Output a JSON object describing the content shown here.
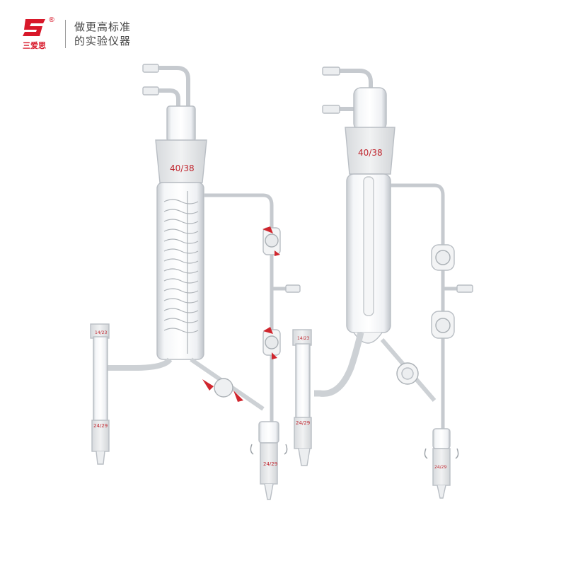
{
  "brand": {
    "logo_text": "三爱思",
    "registered_mark": "®",
    "slogan_line1": "做更高标准",
    "slogan_line2": "的实验仪器"
  },
  "apparatus_left": {
    "main_joint_label": "40/38",
    "side_top_joint_label": "14/23",
    "side_bottom_joint_label": "24/29",
    "bottom_joint_label": "24/29"
  },
  "apparatus_right": {
    "main_joint_label": "40/38",
    "side_top_joint_label": "14/23",
    "side_bottom_joint_label": "24/29",
    "bottom_joint_label": "24/29"
  },
  "colors": {
    "brand_red": "#d8182a",
    "glass_edge": "#b9bec4",
    "stopcock_red": "#d0262e"
  }
}
